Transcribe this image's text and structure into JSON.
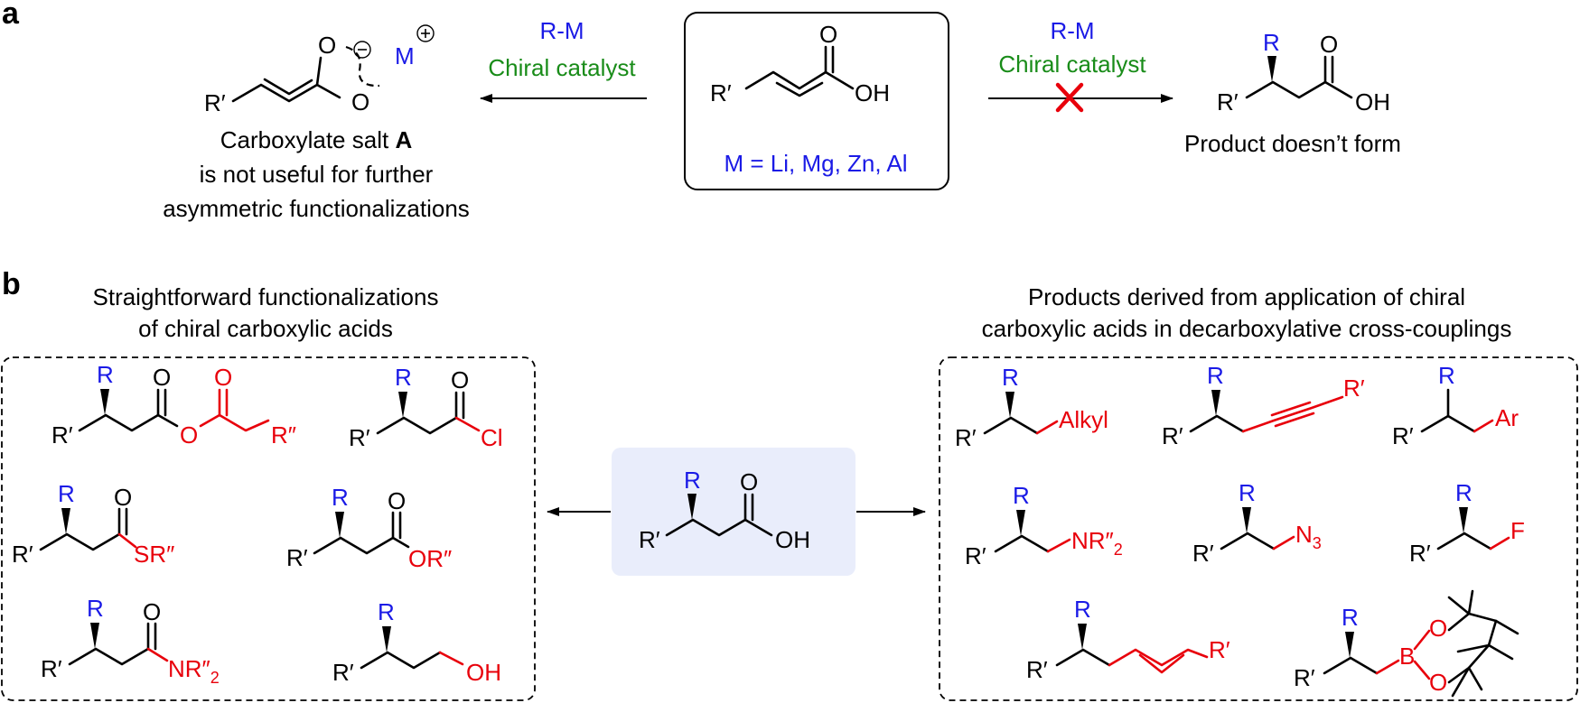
{
  "panels": {
    "a": "a",
    "b": "b"
  },
  "colors": {
    "blue": "#1a1ae6",
    "red": "#e8000b",
    "green": "#198c19",
    "black": "#000000",
    "center_box_fill": "#e9edfb"
  },
  "panel_a": {
    "left_arrow_reagent": "R-M",
    "left_arrow_catalyst": "Chiral catalyst",
    "right_arrow_reagent": "R-M",
    "right_arrow_catalyst": "Chiral catalyst",
    "metals": "M = Li, Mg, Zn, Al",
    "salt_caption_line1": "Carboxylate salt ",
    "salt_caption_bold": "A",
    "salt_caption_line2": "is not useful for further",
    "salt_caption_line3": "asymmetric functionalizations",
    "product_caption": "Product doesn’t form",
    "atoms": {
      "O": "O",
      "OH": "OH",
      "R_prime": "R′",
      "R": "R",
      "M": "M",
      "minus": "−",
      "plus": "+"
    }
  },
  "panel_b": {
    "left_heading_line1": "Straightforward functionalizations",
    "left_heading_line2": "of chiral carboxylic acids",
    "right_heading_line1": "Products derived from application of chiral",
    "right_heading_line2": "carboxylic acids in decarboxylative cross-couplings",
    "groups": {
      "O": "O",
      "Cl": "Cl",
      "OH": "OH",
      "SR": "SR″",
      "OR": "OR″",
      "NR2": "NR″",
      "sub2": "2",
      "sub3": "3",
      "R_dprime": "R″",
      "Alkyl": "Alkyl",
      "Ar": "Ar",
      "F": "F",
      "N": "N",
      "B": "B",
      "R_prime": "R′",
      "R": "R"
    }
  }
}
